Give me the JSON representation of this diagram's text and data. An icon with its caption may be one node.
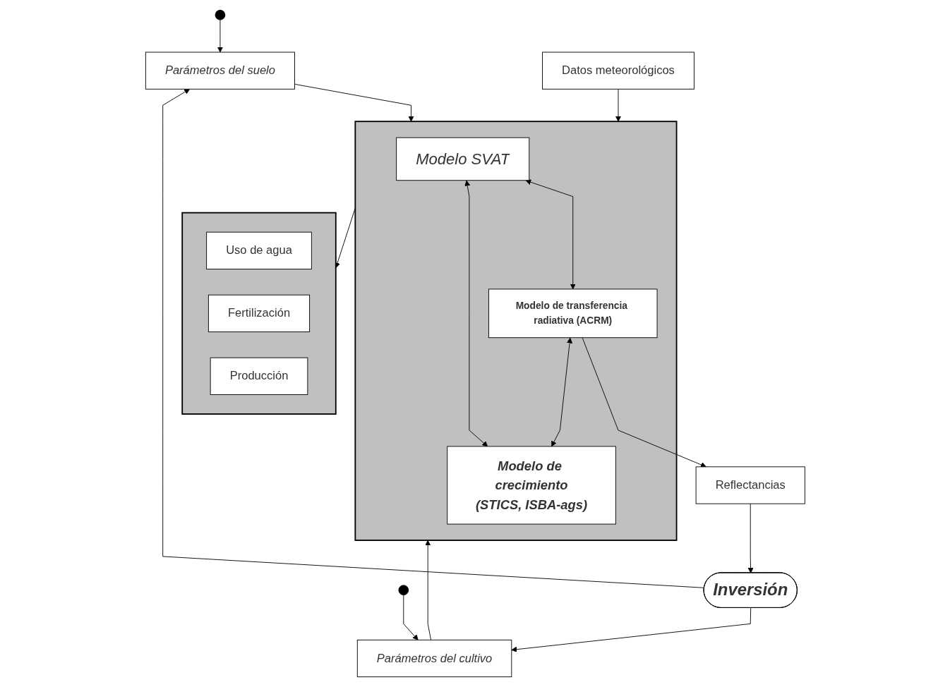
{
  "diagram": {
    "nodes": [
      {
        "text": [],
        "shape": "circle"
      },
      {
        "text": [],
        "shape": "circle"
      },
      {
        "text": [
          "Inversión"
        ]
      },
      {
        "text": [
          "Parámetros del suelo"
        ]
      },
      {
        "text": [
          "Parámetros del cultivo"
        ]
      },
      {
        "text": [],
        "shape": "box"
      },
      {
        "text": [
          "Modelo SVAT"
        ],
        "in": 5
      },
      {
        "text": [
          "Modelo de transferencia radiativa (ACRM)"
        ],
        "in": 5
      },
      {
        "text": [
          "Reflectancias"
        ]
      },
      {
        "text": [
          "Modelo de crecimiento",
          "(STICS, ISBA-ags)"
        ],
        "in": 5
      },
      {
        "text": [
          "Datos meteorológicos"
        ]
      },
      {
        "text": [],
        "shape": "box"
      },
      {
        "text": [
          "Uso de agua"
        ],
        "in": 11
      },
      {
        "text": [
          "Fertilización"
        ],
        "in": 11
      },
      {
        "text": [
          "Producción"
        ],
        "in": 11
      }
    ],
    "edges": [
      {
        "from": 0,
        "to": 3,
        "arrow": "to"
      },
      {
        "from": 1,
        "to": 4,
        "arrow": "to"
      },
      {
        "from": 2,
        "to": 3,
        "arrow": "to"
      },
      {
        "from": 2,
        "to": 4,
        "arrow": "to"
      },
      {
        "from": 3,
        "to": 5,
        "arrow": "to"
      },
      {
        "from": 4,
        "to": 5,
        "arrow": "to"
      },
      {
        "from": 6,
        "to": 7,
        "arrow": "both"
      },
      {
        "from": 7,
        "to": 8,
        "arrow": "to"
      },
      {
        "from": 8,
        "to": 2,
        "arrow": "to"
      },
      {
        "from": 6,
        "to": 9,
        "arrow": "both"
      },
      {
        "from": 7,
        "to": 9,
        "arrow": "both"
      },
      {
        "from": 10,
        "to": 5,
        "arrow": "to"
      },
      {
        "from": 5,
        "to": 11,
        "arrow": "to"
      }
    ]
  }
}
